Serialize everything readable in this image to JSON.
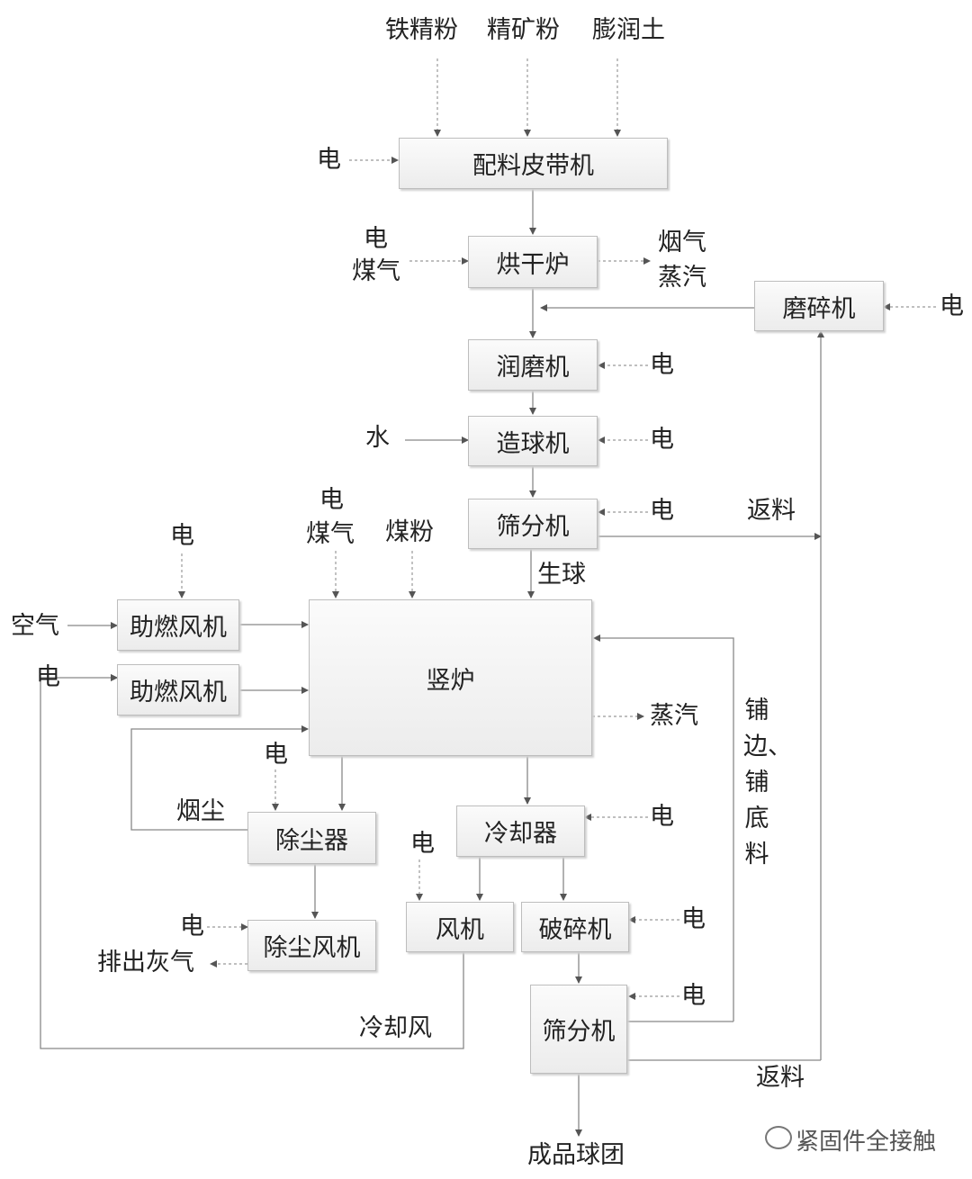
{
  "boxes": {
    "batching_belt": "配料皮带机",
    "dryer": "烘干炉",
    "grinder_top": "磨碎机",
    "wet_mill": "润磨机",
    "pelletizer": "造球机",
    "screen_top": "筛分机",
    "combustion_fan_1": "助燃风机",
    "combustion_fan_2": "助燃风机",
    "shaft_furnace": "竖炉",
    "cooler": "冷却器",
    "dust_collector": "除尘器",
    "fan": "风机",
    "crusher": "破碎机",
    "dust_fan": "除尘风机",
    "screen_bottom": "筛分机"
  },
  "labels": {
    "iron_concentrate": "铁精粉",
    "concentrate_powder": "精矿粉",
    "bentonite": "膨润土",
    "elec_batching": "电",
    "elec_dryer": "电",
    "gas_dryer": "煤气",
    "flue_gas": "烟气",
    "steam_dryer": "蒸汽",
    "elec_grinder": "电",
    "elec_wet_mill": "电",
    "water": "水",
    "elec_pelletizer": "电",
    "elec_screen_top": "电",
    "return_top": "返料",
    "elec_furnace": "电",
    "gas_furnace": "煤气",
    "coal_powder": "煤粉",
    "green_pellet": "生球",
    "elec_fan1": "电",
    "air": "空气",
    "elec_fan2": "电",
    "steam_furnace": "蒸汽",
    "paving": "铺边、铺底料",
    "elec_dust": "电",
    "smoke_dust": "烟尘",
    "elec_cooler": "电",
    "elec_fan": "电",
    "elec_crusher": "电",
    "elec_dust_fan": "电",
    "exhaust": "排出灰气",
    "elec_screen_bottom": "电",
    "cooling_air": "冷却风",
    "return_bottom": "返料",
    "product": "成品球团"
  },
  "watermark": "紧固件全接触",
  "watermark_icon": "wechat-icon"
}
